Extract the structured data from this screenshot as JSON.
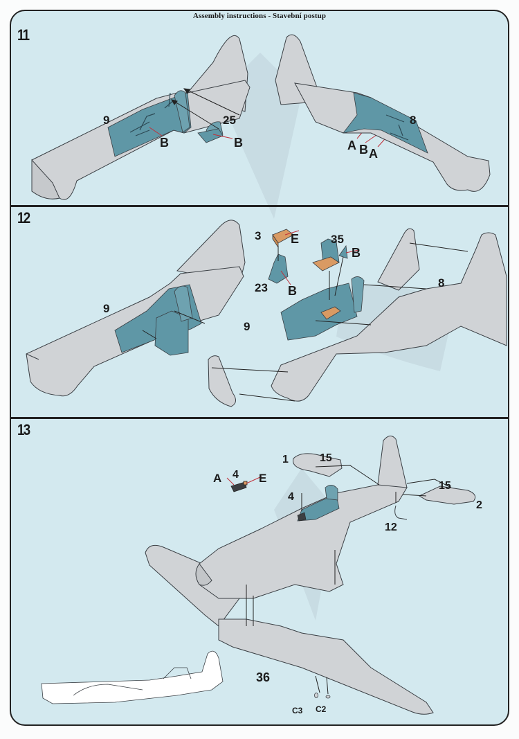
{
  "header": {
    "title": "Assembly instructions - Stavební postup"
  },
  "colors": {
    "background": "#d3e9ef",
    "fuselage_grey": "#d0d3d6",
    "interior_teal": "#5f97a6",
    "cushion_tan": "#d99a63",
    "leader_red": "#c0303a",
    "outline": "#3a3f44"
  },
  "steps": [
    {
      "number": "11",
      "labels": {
        "left_part": "9",
        "left_callout": "B",
        "bulkhead_part": "25",
        "bulkhead_callout": "B",
        "right_part": "8",
        "right_callout_1": "A",
        "right_callout_2": "B",
        "right_callout_3": "A"
      }
    },
    {
      "number": "12",
      "labels": {
        "left_part": "9",
        "cushion_part": "3",
        "cushion_callout": "E",
        "seat_part": "23",
        "seat_callout": "B",
        "armor_part": "35",
        "armor_callout": "B",
        "mid_part": "9",
        "right_part": "8"
      }
    },
    {
      "number": "13",
      "labels": {
        "gunsight_callout_a": "A",
        "gunsight_part": "4",
        "gunsight_callout_e": "E",
        "gunsight_installed": "4",
        "stab_left_part": "1",
        "stab_left_pin": "15",
        "stab_right_pin": "15",
        "stab_right_part": "2",
        "tailwheel_part": "12",
        "wing_part": "36",
        "light_c3": "C3",
        "light_c2": "C2"
      }
    }
  ]
}
